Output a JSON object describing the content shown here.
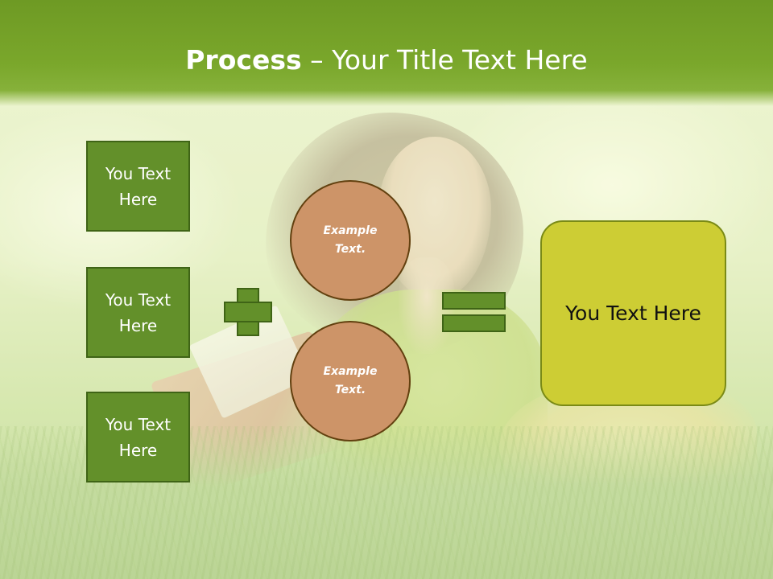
{
  "slide": {
    "title_bold": "Process",
    "title_rest": " – Your Title Text Here"
  },
  "left_boxes": [
    {
      "label": "You Text Here"
    },
    {
      "label": "You Text Here"
    },
    {
      "label": "You Text Here"
    }
  ],
  "circles": [
    {
      "label": "Example Text."
    },
    {
      "label": "Example Text."
    }
  ],
  "result": {
    "label": "You Text Here"
  },
  "colors": {
    "header_green": "#7aa72b",
    "box_green": "#63902a",
    "box_border": "#3f6416",
    "circle_fill": "#cd9468",
    "circle_border": "#62400f",
    "result_fill": "#cdcd34",
    "result_border": "#7a8a16"
  },
  "icons": [
    "plus-icon",
    "equals-icon"
  ]
}
